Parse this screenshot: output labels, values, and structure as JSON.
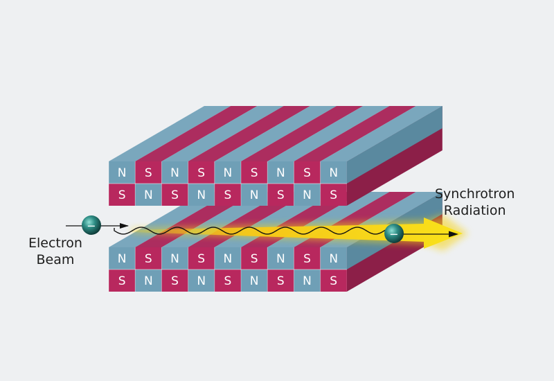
{
  "colors": {
    "background": "#eef0f2",
    "blue_face": "#6f9fb6",
    "blue_top": "#7aa7bd",
    "blue_side": "#5a899f",
    "red_face": "#b8285e",
    "red_top": "#ac2d5f",
    "red_side": "#8c1f48",
    "radiation": "#f7d417",
    "electron": "#2d8c84"
  },
  "magnets": {
    "upper_top_row": [
      "N",
      "S",
      "N",
      "S",
      "N",
      "S",
      "N",
      "S",
      "N"
    ],
    "upper_bottom_row": [
      "S",
      "N",
      "S",
      "N",
      "S",
      "N",
      "S",
      "N",
      "S"
    ],
    "lower_top_row": [
      "N",
      "S",
      "N",
      "S",
      "N",
      "S",
      "N",
      "S",
      "N"
    ],
    "lower_bottom_row": [
      "S",
      "N",
      "S",
      "N",
      "S",
      "N",
      "S",
      "N",
      "S"
    ]
  },
  "electron_charge": "−",
  "labels": {
    "synchrotron": [
      "Synchrotron",
      "Radiation"
    ],
    "electron_beam": [
      "Electron",
      "Beam"
    ]
  }
}
